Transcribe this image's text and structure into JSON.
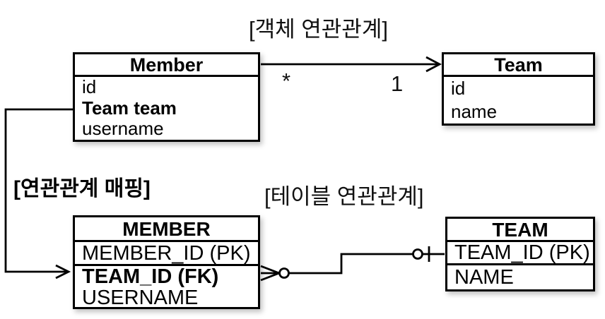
{
  "diagram": {
    "titles": {
      "object": "[객체 연관관계]",
      "mapping": "[연관관계 매핑]",
      "table": "[테이블 연관관계]"
    },
    "object_model": {
      "member": {
        "name": "Member",
        "fields": [
          {
            "label": "id"
          },
          {
            "label": "Team team"
          },
          {
            "label": "username"
          }
        ]
      },
      "team": {
        "name": "Team",
        "fields": [
          {
            "label": "id"
          },
          {
            "label": "name"
          }
        ]
      },
      "relation": {
        "many_label": "*",
        "one_label": "1"
      }
    },
    "table_model": {
      "member": {
        "name": "MEMBER",
        "primary_key": "MEMBER_ID (PK)",
        "fields": [
          {
            "label": "TEAM_ID (FK)"
          },
          {
            "label": "USERNAME"
          }
        ]
      },
      "team": {
        "name": "TEAM",
        "primary_key": "TEAM_ID (PK)",
        "fields": [
          {
            "label": "NAME"
          }
        ]
      }
    },
    "colors": {
      "line": "#000000",
      "background": "#ffffff"
    }
  }
}
